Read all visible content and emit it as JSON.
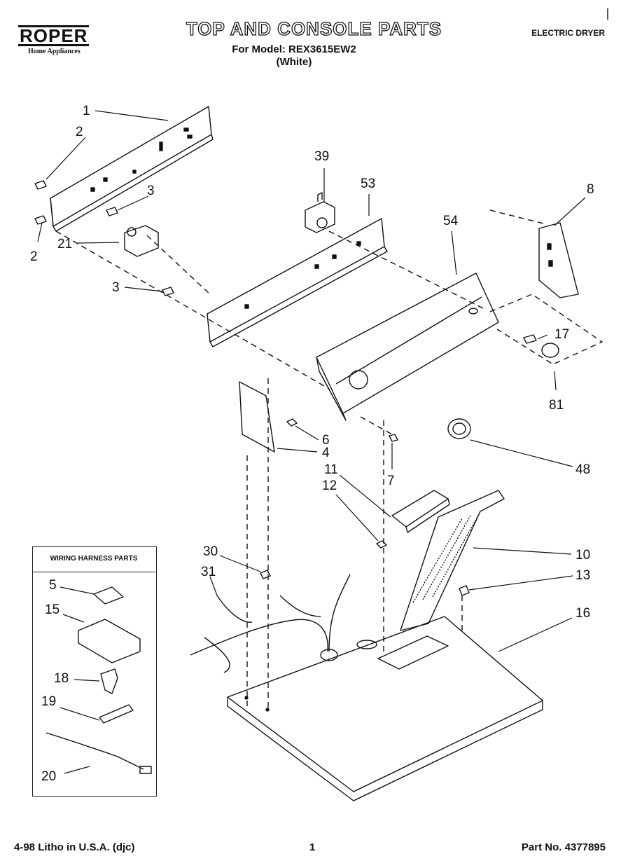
{
  "header": {
    "brand": "ROPER",
    "brand_sub": "Home Appliances",
    "title": "TOP AND CONSOLE PARTS",
    "model_line": "For Model: REX3615EW2",
    "color_line": "(White)",
    "product": "ELECTRIC DRYER"
  },
  "inset": {
    "title": "WIRING HARNESS PARTS"
  },
  "callouts": [
    "1",
    "2",
    "2",
    "3",
    "3",
    "21",
    "39",
    "53",
    "54",
    "8",
    "17",
    "81",
    "6",
    "4",
    "7",
    "48",
    "11",
    "12",
    "10",
    "13",
    "16",
    "30",
    "31",
    "5",
    "15",
    "18",
    "19",
    "20"
  ],
  "footer": {
    "left": "4-98 Litho in U.S.A. (djc)",
    "page": "1",
    "part_no": "Part No. 4377895"
  }
}
